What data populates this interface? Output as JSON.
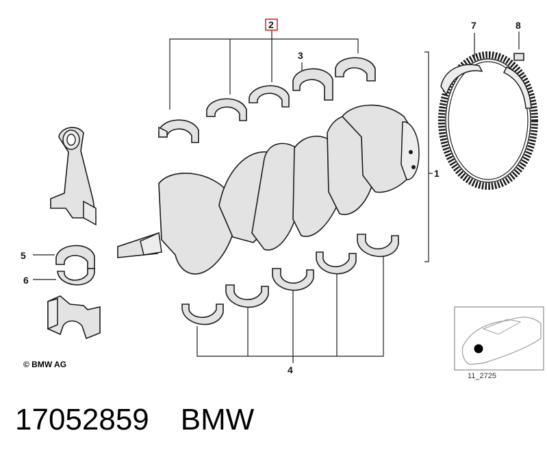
{
  "diagram": {
    "callouts": {
      "c1": "1",
      "c2": "2",
      "c3": "3",
      "c4": "4",
      "c5": "5",
      "c6": "6",
      "c7": "7",
      "c8": "8"
    },
    "highlight_color": "#d9262b",
    "copyright": "© BMW AG",
    "reference_code": "11_2725"
  },
  "footer": {
    "part_number": "17052859",
    "brand": "BMW"
  }
}
